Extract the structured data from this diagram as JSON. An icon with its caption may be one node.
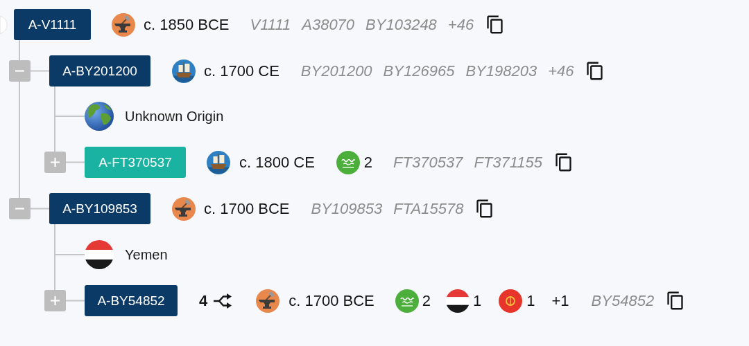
{
  "diagram": {
    "nodes": [
      {
        "text": [
          "A-V1111"
        ],
        "beside": [
          "c. 1850 BCE",
          "V1111",
          "A38070",
          "BY103248",
          "+46"
        ]
      },
      {
        "text": [],
        "shape": "box"
      },
      {
        "text": [
          "A-BY201200"
        ],
        "beside": [
          "c. 1700 CE",
          "BY201200",
          "BY126965",
          "BY198203",
          "+46"
        ]
      },
      {
        "text": [
          "Unknown Origin"
        ]
      },
      {
        "text": [],
        "shape": "box"
      },
      {
        "text": [
          "A-FT370537"
        ],
        "beside": [
          "c. 1800 CE",
          "2",
          "FT370537",
          "FT371155"
        ]
      },
      {
        "text": [],
        "shape": "box"
      },
      {
        "text": [
          "A-BY109853"
        ],
        "beside": [
          "c. 1700 BCE",
          "BY109853",
          "FTA15578"
        ]
      },
      {
        "text": [
          "Yemen"
        ]
      },
      {
        "text": [],
        "shape": "box"
      },
      {
        "text": [
          "A-BY54852"
        ],
        "beside": [
          "4",
          "c. 1700 BCE",
          "2",
          "1",
          "1",
          "+1",
          "BY54852"
        ]
      }
    ],
    "edges": [
      {
        "from": 0,
        "to": 1,
        "arrow": "none"
      },
      {
        "from": 1,
        "to": 2,
        "arrow": "none"
      },
      {
        "from": 1,
        "to": 6,
        "arrow": "none"
      },
      {
        "from": 2,
        "to": 3,
        "arrow": "none"
      },
      {
        "from": 2,
        "to": 4,
        "arrow": "none"
      },
      {
        "from": 4,
        "to": 5,
        "arrow": "none"
      },
      {
        "from": 6,
        "to": 7,
        "arrow": "none"
      },
      {
        "from": 7,
        "to": 8,
        "arrow": "none"
      },
      {
        "from": 7,
        "to": 9,
        "arrow": "none"
      },
      {
        "from": 9,
        "to": 10,
        "arrow": "none"
      }
    ]
  }
}
